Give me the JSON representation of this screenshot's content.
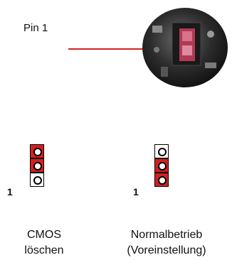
{
  "pin_label": "Pin 1",
  "jumpers": [
    {
      "pin_number": "1",
      "caption_line1": "CMOS",
      "caption_line2": "löschen",
      "pins": [
        "on",
        "on",
        "off"
      ]
    },
    {
      "pin_number": "1",
      "caption_line1": "Normalbetrieb",
      "caption_line2": "(Voreinstellung)",
      "pins": [
        "off",
        "on",
        "on"
      ]
    }
  ],
  "colors": {
    "jumper_cap": "#d42020",
    "arrow": "#d42020"
  }
}
